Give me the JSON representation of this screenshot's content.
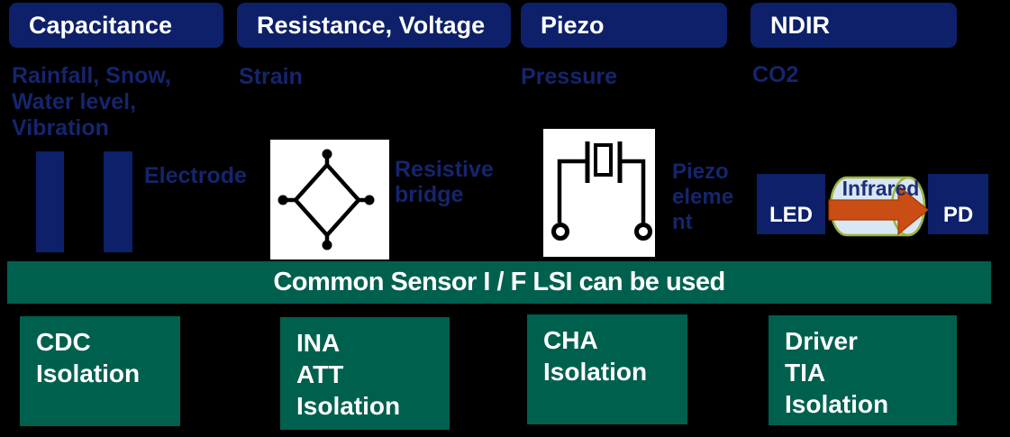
{
  "colors": {
    "background": "#000000",
    "navy": "#0d2069",
    "label_blue": "#15256d",
    "green": "#00604e",
    "arrow_orange": "#ca4e13",
    "beam_fill": "#d9e6f4",
    "beam_stroke": "#9cb43e"
  },
  "columns": [
    {
      "header": "Capacitance",
      "applications": "Rainfall, Snow,\nWater level,\nVibration",
      "sensor_label": "Electrode"
    },
    {
      "header": "Resistance, Voltage",
      "applications": "Strain",
      "sensor_label": "Resistive\nbridge"
    },
    {
      "header": "Piezo",
      "applications": "Pressure",
      "sensor_label": "Piezo element"
    },
    {
      "header": "NDIR",
      "applications": "CO2",
      "sensor_label": "Infrared",
      "led_label": "LED",
      "pd_label": "PD"
    }
  ],
  "banner": {
    "text": "Common Sensor I / F LSI can be used"
  },
  "interface_chips": [
    {
      "label": "CDC\nIsolation"
    },
    {
      "label": "INA\nATT\nIsolation"
    },
    {
      "label": "CHA\nIsolation"
    },
    {
      "label": "Driver\nTIA\nIsolation"
    }
  ]
}
